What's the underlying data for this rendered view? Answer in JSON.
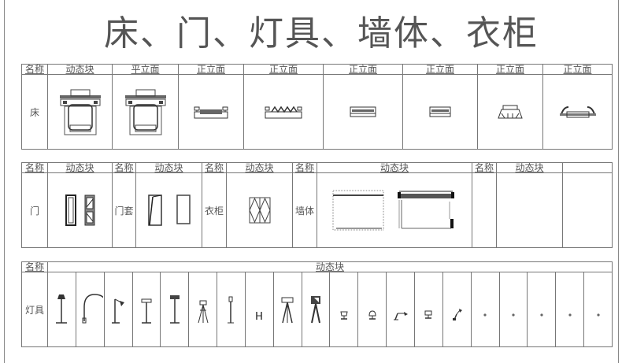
{
  "title": "床、门、灯具、墙体、衣柜",
  "bed_table": {
    "headers": [
      "名称",
      "动态块",
      "平立面",
      "正立面",
      "正立面",
      "正立面",
      "正立面",
      "正立面",
      "正立面"
    ],
    "row_label": "床",
    "icons": [
      "bed-plan-icon",
      "bed-plan-icon",
      "bed-elevation-icon",
      "bed-elevation-ornate-icon",
      "bed-elevation-simple-icon",
      "bed-elevation-small-icon",
      "bed-elevation-canopy-icon",
      "bed-elevation-curved-icon"
    ]
  },
  "door_table": {
    "headers": [
      "名称",
      "动态块",
      "名称",
      "动态块",
      "名称",
      "动态块",
      "名称",
      "动态块",
      "名称",
      "动态块",
      ""
    ],
    "labels": {
      "door": "门",
      "door_frame": "门套",
      "wardrobe": "衣柜",
      "wall": "墙体"
    }
  },
  "lamp_table": {
    "headers": [
      "名称",
      "动态块"
    ],
    "row_label": "灯具",
    "icons": [
      "floor-lamp-icon",
      "arc-lamp-icon",
      "angled-floor-lamp-icon",
      "floor-lamp-square-icon",
      "floor-lamp-box-icon",
      "tripod-lamp-icon",
      "slim-floor-lamp-icon",
      "small-lamp-icon",
      "tripod-lamp-shade-icon",
      "tripod-lamp-dark-icon",
      "table-lamp-icon",
      "table-lamp-round-icon",
      "desk-lamp-arm-icon",
      "table-lamp-square-icon",
      "desk-lamp-angled-icon",
      "lamp-dot-icon",
      "lamp-dot-icon",
      "lamp-dot-icon",
      "lamp-dot-icon",
      "lamp-dot-icon"
    ]
  }
}
